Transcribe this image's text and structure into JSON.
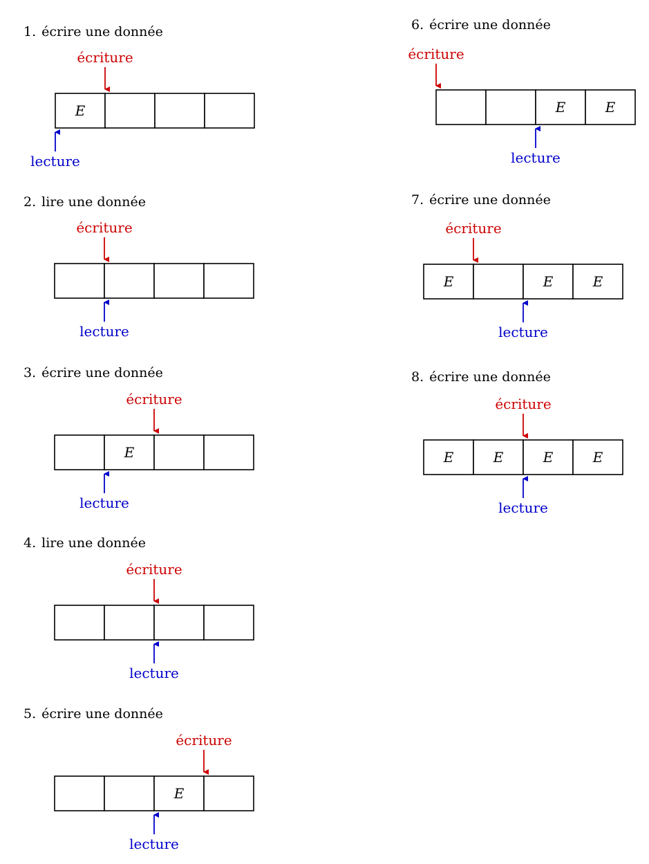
{
  "colors": {
    "ecriture": "#cc0000",
    "lecture": "#0000cc",
    "border": "#000000",
    "text": "#000000"
  },
  "labels": {
    "ecriture": "écriture",
    "lecture": "lecture"
  },
  "steps": [
    {
      "number": "1.",
      "action": "écrire une donnée",
      "cells": [
        "E",
        "",
        "",
        ""
      ],
      "write_pointer_boundary": 1,
      "read_pointer_boundary": 0
    },
    {
      "number": "2.",
      "action": "lire une donnée",
      "cells": [
        "",
        "",
        "",
        ""
      ],
      "write_pointer_boundary": 1,
      "read_pointer_boundary": 1
    },
    {
      "number": "3.",
      "action": "écrire une donnée",
      "cells": [
        "",
        "E",
        "",
        ""
      ],
      "write_pointer_boundary": 2,
      "read_pointer_boundary": 1
    },
    {
      "number": "4.",
      "action": "lire une donnée",
      "cells": [
        "",
        "",
        "",
        ""
      ],
      "write_pointer_boundary": 2,
      "read_pointer_boundary": 2
    },
    {
      "number": "5.",
      "action": "écrire une donnée",
      "cells": [
        "",
        "",
        "E",
        ""
      ],
      "write_pointer_boundary": 3,
      "read_pointer_boundary": 2
    },
    {
      "number": "6.",
      "action": "écrire une donnée",
      "cells": [
        "",
        "",
        "E",
        "E"
      ],
      "write_pointer_boundary": 0,
      "read_pointer_boundary": 2
    },
    {
      "number": "7.",
      "action": "écrire une donnée",
      "cells": [
        "E",
        "",
        "E",
        "E"
      ],
      "write_pointer_boundary": 1,
      "read_pointer_boundary": 2
    },
    {
      "number": "8.",
      "action": "écrire une donnée",
      "cells": [
        "E",
        "E",
        "E",
        "E"
      ],
      "write_pointer_boundary": 2,
      "read_pointer_boundary": 2
    }
  ]
}
